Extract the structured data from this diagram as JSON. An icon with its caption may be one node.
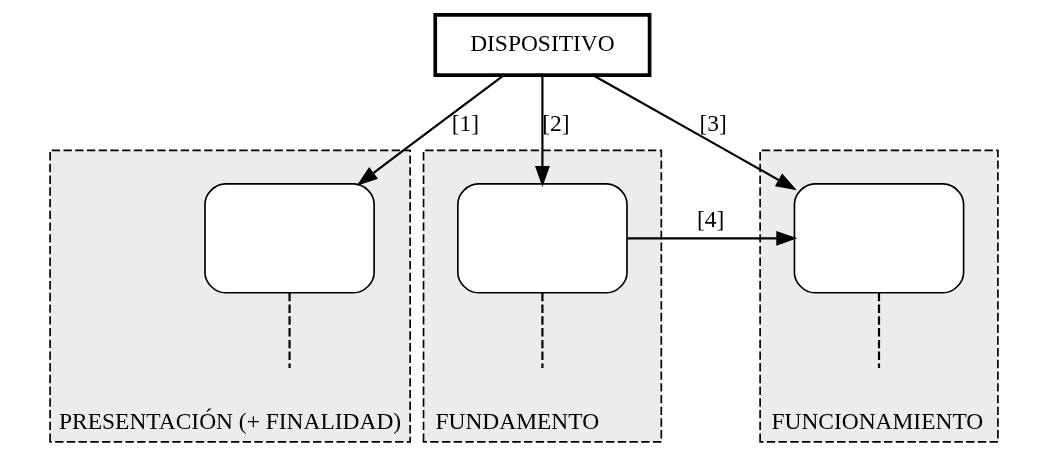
{
  "diagram": {
    "nodes": [
      {
        "text": [
          "DISPOSITIVO"
        ]
      },
      {
        "text": [
          "PRESENTACIÓN (+ FINALIDAD)"
        ]
      },
      {
        "text": [],
        "shape": "box",
        "in": 1
      },
      {
        "text": [
          "FUNDAMENTO"
        ]
      },
      {
        "text": [],
        "shape": "box",
        "in": 3
      },
      {
        "text": [
          "FUNCIONAMIENTO"
        ]
      },
      {
        "text": [],
        "shape": "box",
        "in": 5
      }
    ],
    "edges": [
      {
        "from": 0,
        "to": 2,
        "arrow": "to",
        "label": "[1]"
      },
      {
        "from": 0,
        "to": 4,
        "arrow": "to",
        "label": "[2]"
      },
      {
        "from": 0,
        "to": 6,
        "arrow": "to",
        "label": "[3]"
      },
      {
        "from": 4,
        "to": 6,
        "arrow": "to",
        "label": "[4]"
      },
      {
        "from": 2,
        "to": null,
        "arrow": "none",
        "style": "dashed"
      },
      {
        "from": 4,
        "to": null,
        "arrow": "none",
        "style": "dashed"
      },
      {
        "from": 6,
        "to": null,
        "arrow": "none",
        "style": "dashed"
      }
    ]
  }
}
